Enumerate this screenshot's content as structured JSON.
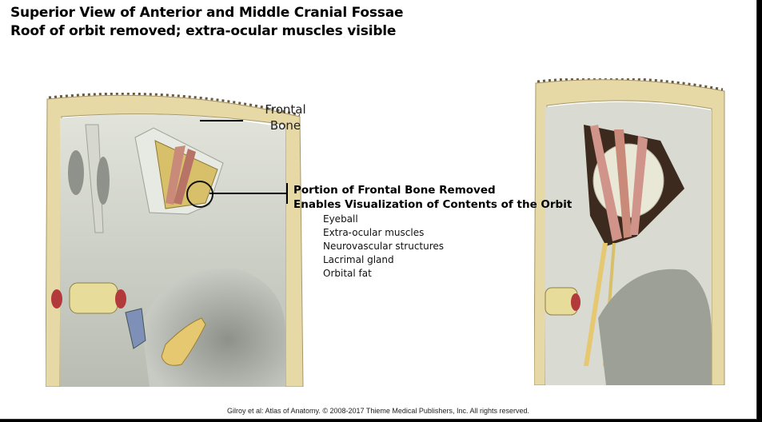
{
  "title": {
    "line1": "Superior View of Anterior and Middle Cranial Fossae",
    "line2": "Roof of orbit removed; extra-ocular muscles visible"
  },
  "labels": {
    "frontal_bone": "Frontal Bone",
    "callout_heading1": "Portion of Frontal Bone Removed",
    "callout_heading2": "Enables Visualization of Contents of the Orbit",
    "contents": [
      "Eyeball",
      "Extra-ocular muscles",
      "Neurovascular structures",
      "Lacrimal gland",
      "Orbital fat"
    ]
  },
  "footer": "Gilroy et al: Atlas of Anatomy. © 2008-2017 Thieme Medical Publishers, Inc. All rights reserved.",
  "colors": {
    "bone": "#e6d9a6",
    "fossa": "#cdd0c6",
    "muscle": "#c98a7a",
    "fat": "#d8c06a",
    "artery": "#b23a3a"
  }
}
